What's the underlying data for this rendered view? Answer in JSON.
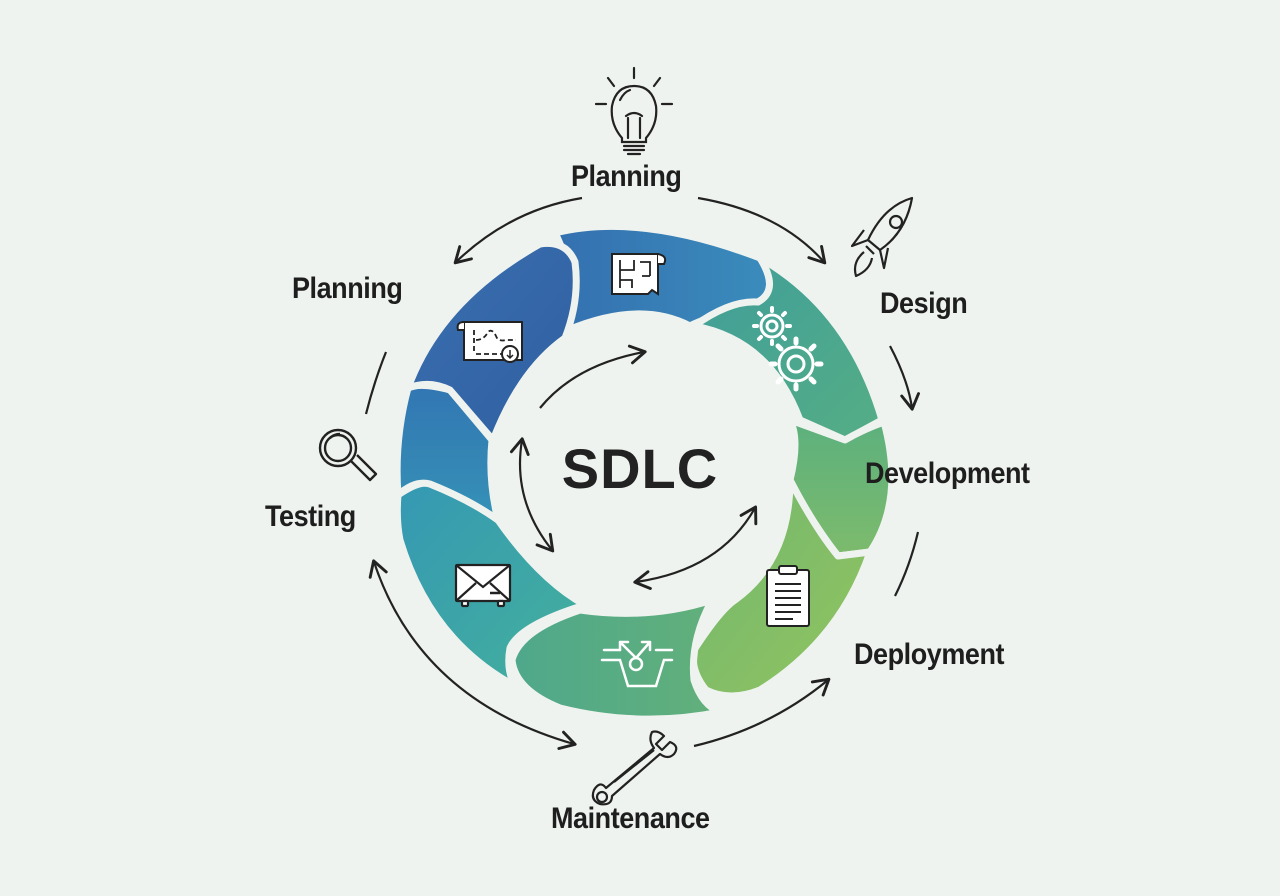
{
  "diagram": {
    "center_title": "SDLC",
    "labels": {
      "top": "Planning",
      "upper_left": "Planning",
      "left": "Testing",
      "right_upper": "Design",
      "right_mid": "Development",
      "right_lower": "Deployment",
      "bottom": "Maintenance"
    },
    "outer_icons": [
      "lightbulb-icon",
      "rocket-icon",
      "magnifier-icon",
      "wrench-icon"
    ],
    "segment_icons": [
      "chart-document-icon",
      "blueprint-icon",
      "gears-icon",
      "clipboard-icon",
      "network-node-icon",
      "envelope-icon"
    ],
    "colors": {
      "background": "#eff3ef",
      "segment_dark_blue": "#3464a6",
      "segment_blue": "#3585b9",
      "segment_teal": "#3fa8a4",
      "segment_green": "#5aae84",
      "segment_light_green": "#8cc063",
      "text": "#1e1e1e"
    }
  }
}
